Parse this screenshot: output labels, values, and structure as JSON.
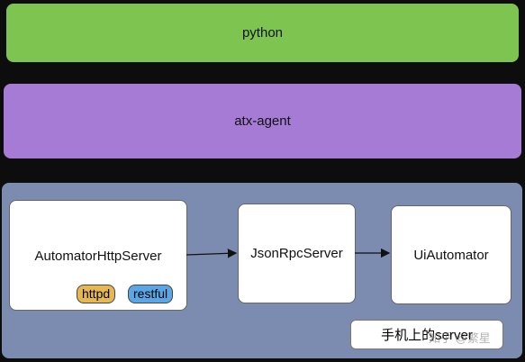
{
  "layers": {
    "python": "python",
    "agent": "atx-agent"
  },
  "device": {
    "automator_server": "AutomatorHttpServer",
    "tags": {
      "httpd": "httpd",
      "restful": "restful"
    },
    "jsonrpc_server": "JsonRpcServer",
    "ui_automator": "UiAutomator",
    "caption": "手机上的server"
  },
  "watermark": "知乎 @繁星",
  "colors": {
    "python_layer": "#7ec451",
    "agent_layer": "#a57bd5",
    "device_layer": "#7b8cb0",
    "httpd_tag": "#e6b84f",
    "restful_tag": "#5aa7e8"
  }
}
